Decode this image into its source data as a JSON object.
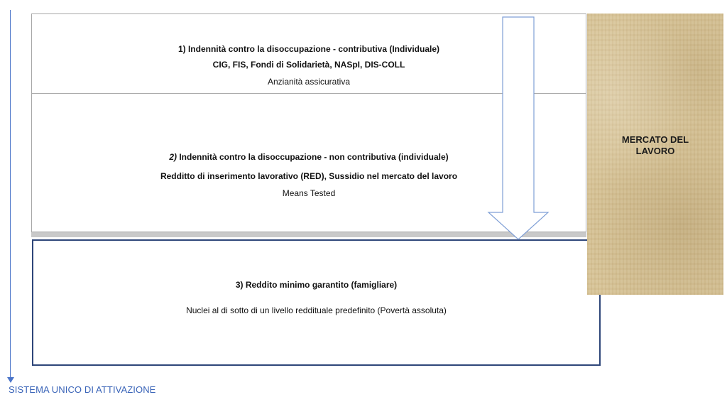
{
  "box1": {
    "line1": "1) Indennità contro la disoccupazione - contributiva (Individuale)",
    "line2": "CIG, FIS, Fondi di Solidarietà, NASpI, DIS-COLL",
    "line3": "Anzianità assicurativa"
  },
  "box2": {
    "line1_num": "2)",
    "line1_text": " Indennità contro la disoccupazione -  non contributiva  (individuale)",
    "line2": "Redditto di inserimento lavorativo (RED), Sussidio nel mercato del lavoro",
    "line3": "Means Tested"
  },
  "box3": {
    "line1": "3) Reddito minimo garantito (famigliare)",
    "line2": "Nuclei al di sotto di un livello reddituale predefinito (Povertà assoluta)"
  },
  "mercato": {
    "line1": "MERCATO DEL",
    "line2": "LAVORO"
  },
  "bottom_label": "SISTEMA UNICO DI ATTIVAZIONE",
  "colors": {
    "accent_blue": "#4a74c9",
    "box3_border": "#2e4679",
    "arrow_stroke": "#7f9fd6",
    "mercato_bg": "#d8c497"
  }
}
